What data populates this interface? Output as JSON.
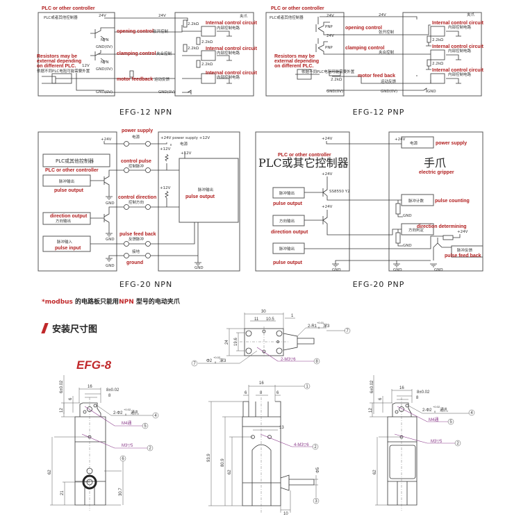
{
  "efg12_npn": {
    "title": "EFG-12 NPN",
    "plc_en": "PLC or other controller",
    "plc_cn": "PLC或者其他控制器",
    "v24_plc": "24V",
    "v24_grip": "24V",
    "gripper_cn": "夹爪",
    "opening_en": "opening control",
    "opening_cn": "张开控制",
    "clamping_en": "clamping control",
    "clamping_cn": "夹合控制",
    "feedback_en": "motor feedback",
    "feedback_cn": "运动反馈",
    "internal_en": "Internal control circuit",
    "internal_cn": "内部控制电路",
    "resistor_en_1": "Resistors may be",
    "resistor_en_2": "external depending",
    "resistor_en_3": "on different PLC.",
    "resistor_cn": "依据不同PLC电阻可能需要外置",
    "npn": "NPN",
    "gnd_plc": "GND(0V)",
    "gnd_grip": "GND(0V)",
    "res": "2.2kΩ",
    "v12": "12V"
  },
  "efg12_pnp": {
    "title": "EFG-12 PNP",
    "plc_en": "PLC or other controller",
    "plc_cn": "PLC或者其他控制器",
    "v24_a": "24V",
    "v24_b": "24V",
    "v24_grip": "24V",
    "gripper_cn": "夹爪",
    "opening_en": "opening control",
    "opening_cn": "张开控制",
    "clamping_en": "clamping control",
    "clamping_cn": "夹合控制",
    "feedback_en": "motor feed back",
    "feedback_cn": "运动反馈",
    "internal_en": "Internal control circuit",
    "internal_cn": "内部控制电路",
    "resistor_en_1": "Resistors may be",
    "resistor_en_2": "external depending",
    "resistor_en_3": "on different PLC.",
    "resistor_cn": "依据不同PLC电阻可能需要外置",
    "pnp": "PNP",
    "gnd_plc": "GND(0V)",
    "gnd_grip": "GND(0V)",
    "res": "2.2kΩ",
    "gnd": "GND"
  },
  "efg20_npn": {
    "title": "EFG-20 NPN",
    "power_en": "power supply",
    "power_cn": "电源",
    "v24": "+24V",
    "grip_power": "+24V power supply +12V",
    "grip_power_cn": "电源",
    "plc_box_cn": "PLC或其他控制器",
    "plc_en": "PLC or other controller",
    "pulse_ctrl_en": "control pulse",
    "pulse_ctrl_cn": "控制脉冲",
    "pulse_out_cn": "脉冲输出",
    "pulse_out_en": "pulse output",
    "v12_a": "+12V",
    "v12_b": "+12V",
    "v12_c": "+12V",
    "big_box_cn": "脉冲输出",
    "big_box_en": "pulse output",
    "dir_ctrl_en": "control direction",
    "dir_ctrl_cn": "控制方向",
    "dir_out_en": "direction output",
    "dir_out_cn": "方向输出",
    "feedback_en": "pulse feed back",
    "feedback_cn": "反馈脉冲",
    "pulse_in_cn": "脉冲输入",
    "pulse_in_en": "pulse input",
    "ground_cn": "接地",
    "ground_en": "ground",
    "gnd": "GND"
  },
  "efg20_pnp": {
    "title": "EFG-20 PNP",
    "v24": "+24V",
    "power_cn": "电源",
    "power_en": "power supply",
    "plc_en": "PLC or other controller",
    "plc_cn": "PLC或其它控制器",
    "gripper_cn": "手爪",
    "gripper_en": "electric gripper",
    "transistor": "SS8550 Y2",
    "pulse_out_cn": "脉冲输出",
    "pulse_out_en": "pulse output",
    "count_cn": "脉冲计数",
    "count_en": "pulse counting",
    "dir_out_cn": "方向输出",
    "dir_out_en": "direction output",
    "dir_det_cn": "方向判定",
    "dir_det_en": "direction determining",
    "pulse_out2_cn": "脉冲输出",
    "pulse_out2_en": "pulse output",
    "fb_cn": "脉冲反馈",
    "fb_en": "pulse feed back",
    "gnd": "GND"
  },
  "note": {
    "p1": "*modbus",
    "p2": " 的电路板只能用",
    "p3": "NPN",
    "p4": " 型号的电动夹爪"
  },
  "section_title": "安装尺寸图",
  "model": "EFG-8",
  "top_view": {
    "w30": "30",
    "d11": "11",
    "d105": "10.5",
    "d1": "1",
    "h24": "24",
    "h196": "19.6",
    "r1": "2-R1",
    "r1_tol": "+0.01",
    "r1_tol0": "0",
    "r1_depth": "深3",
    "phi2": "Φ2",
    "phi2_tol": "+0.02",
    "phi2_tol0": "0",
    "phi2_depth": "深3",
    "m3": "2-M3▽6",
    "c7a": "7",
    "c7b": "7",
    "c8": "8"
  },
  "left_view": {
    "w16": "16",
    "d8tol": "8±0.02",
    "d8": "8",
    "d6tol": "6±0.02",
    "d6": "6",
    "d12": "12",
    "holes": "2-Φ2",
    "holes_tol": "+0.02",
    "holes_tol0": "0",
    "holes_type": "通孔",
    "m4": "M4通",
    "m3": "M3▽5",
    "h62": "62",
    "h21": "21",
    "h307": "30.7",
    "c4": "4",
    "c5": "5",
    "c2": "2",
    "c6": "6"
  },
  "mid_view": {
    "w16": "16",
    "f6a": "6",
    "f8": "8",
    "f6b": "6",
    "d13": "13",
    "h939": "93.9",
    "h809": "80.9",
    "h62": "62",
    "m3": "4-M3▽6",
    "phi5": "Φ5",
    "d10": "10",
    "c1": "1",
    "c2": "2",
    "c3": "3"
  },
  "right_view": {
    "w16": "16",
    "d8tol": "8±0.02",
    "d8": "8",
    "d6tol": "6±0.02",
    "d6": "6",
    "d12": "12",
    "holes": "2-Φ2",
    "holes_tol": "+0.02",
    "holes_tol0": "0",
    "holes_type": "通孔",
    "m4": "M4通",
    "m3": "M3▽5",
    "h62": "62",
    "c4": "4",
    "c5": "5",
    "c2": "2"
  }
}
